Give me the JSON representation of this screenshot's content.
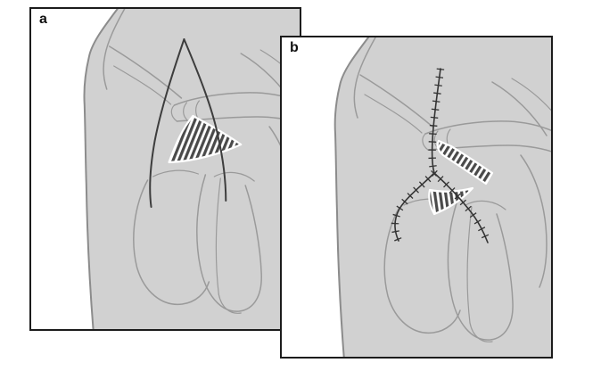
{
  "figure": {
    "description": "Two-panel surgical line illustration of the male groin region",
    "panels": [
      {
        "label": "a",
        "name": "incision-panel"
      },
      {
        "label": "b",
        "name": "suture-panel"
      }
    ]
  },
  "colors": {
    "page_bg": "#ffffff",
    "panel_bg": "#ffffff",
    "panel_border": "#1c1c1c",
    "body_fill": "#d1d1d1",
    "outline": "#9a9a9a",
    "silhouette": "#8c8c8c",
    "incision": "#3d3d3d",
    "suture": "#343434",
    "hatch": "#4a4a4a",
    "hatch_bg": "#ffffff",
    "label_color": "#111111"
  }
}
